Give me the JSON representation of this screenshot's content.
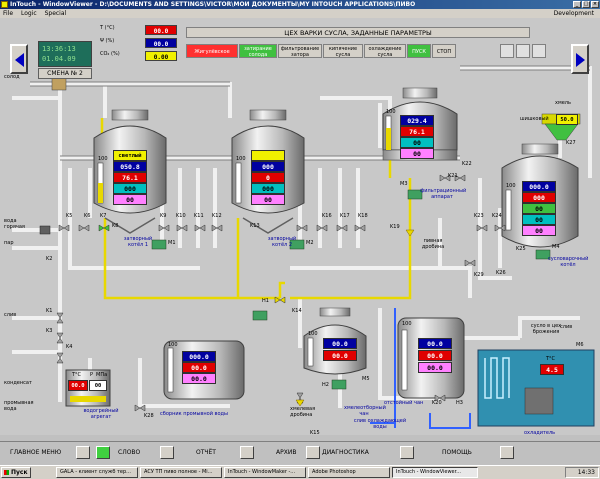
{
  "window": {
    "title": "InTouch - WindowViewer - D:\\DOCUMENTS AND SETTINGS\\VICTOR\\МОИ ДОКУМЕНТЫ\\MY INTOUCH APPLICATIONS\\ПИВО",
    "menu": [
      "File",
      "Logic",
      "Special"
    ],
    "right_menu": "Development"
  },
  "header": {
    "clock_time": "13:36:13",
    "clock_date": "01.04.09",
    "shift": "СМЕНА № 2",
    "sensors": [
      {
        "label": "T (°C)",
        "value": "00.0"
      },
      {
        "label": "Ψ (%)",
        "value": "00.0"
      },
      {
        "label": "CO₂ (%)",
        "value": "0.00"
      }
    ],
    "title": "ЦЕХ ВАРКИ СУСЛА, ЗАДАННЫЕ ПАРАМЕТРЫ",
    "modes": [
      {
        "label": "Жигулёвское",
        "style": "red"
      },
      {
        "label": "затирание солода",
        "style": "green"
      },
      {
        "label": "фильтрование затора",
        "style": "plain"
      },
      {
        "label": "кипячение сусла",
        "style": "plain"
      },
      {
        "label": "охлаждение сусла",
        "style": "plain"
      },
      {
        "label": "ПУСК",
        "style": "green"
      },
      {
        "label": "СТОП",
        "style": "plain"
      }
    ]
  },
  "tanks": {
    "kettle1": {
      "title": "затворный котёл 1",
      "mode": "светлый",
      "scale": "100",
      "v1": "050.8",
      "v2": "76.1",
      "v3": "000",
      "v4": "00"
    },
    "kettle2": {
      "title": "затворный котёл 2",
      "scale": "100",
      "v1": "000",
      "v2": "0",
      "v3": "000",
      "v4": "00"
    },
    "filter": {
      "title": "фильтрационный аппарат",
      "scale": "100",
      "v1": "029.4",
      "v2": "76.1",
      "v3": "00",
      "v4": "00"
    },
    "wortkettle": {
      "title": "сусловарочный котёл",
      "scale": "100",
      "v1": "000.0",
      "v2": "000",
      "v3": "00",
      "v4": "00",
      "v5": "00"
    },
    "washwater": {
      "title": "сборник промывной воды",
      "scale": "100",
      "v1": "000.0",
      "v2": "00.0",
      "v3": "00.0"
    },
    "whirlpool": {
      "title": "хмелеотборный чан",
      "scale": "100",
      "v1": "00.0",
      "v2": "00.0"
    },
    "settler": {
      "title": "отстойный чан",
      "scale": "100",
      "v1": "00.0",
      "v2": "00.0",
      "v3": "00.0"
    }
  },
  "labels": {
    "malt": "солод",
    "water_hot": "вода горячая",
    "steam": "пар",
    "drain": "слив",
    "condensate": "конденсат",
    "rinse_water": "промывная вода",
    "hops": "хмель",
    "hops_dose": "шишковый",
    "hops_dose_value": "50.0",
    "beer_grains": "пивная дробина",
    "hop_grains": "хмелевая дробина",
    "wort_to_ferment": "сусло в цех брожения",
    "drain_cold_water": "слив охлаждающей воды",
    "cooler": "охладитель",
    "boiler": "водогрейный агрегат",
    "boiler_cols": [
      "T°C",
      "P",
      "МПа"
    ],
    "boiler_t": "00.0",
    "boiler_p": "00",
    "cooler_t_label": "T°C",
    "cooler_t": "4.5"
  },
  "valves": [
    "K5",
    "K6",
    "K7",
    "K8",
    "K9",
    "K10",
    "K11",
    "K12",
    "K13",
    "K16",
    "K17",
    "K18",
    "K19",
    "K20",
    "K21",
    "K22",
    "K23",
    "K24",
    "K25",
    "K26",
    "K27",
    "K28",
    "K29",
    "K1",
    "K2",
    "K3",
    "K4",
    "K14",
    "K15",
    "H1",
    "H2",
    "H3",
    "M1",
    "M2",
    "M3",
    "M4",
    "M5",
    "M6"
  ],
  "bottom": {
    "buttons": [
      "ГЛАВНОЕ МЕНЮ",
      "СЛОВО",
      "ОТЧЁТ",
      "АРХИВ",
      "ДИАГНОСТИКА",
      "ПОМОЩЬ"
    ]
  },
  "taskbar": {
    "start": "Пуск",
    "tasks": [
      "GALA - клиент служб тер...",
      "АСУ ТП пиво полное - Mi...",
      "InTouch - WindowMaker -...",
      "Adobe Photoshop",
      "InTouch - WindowViewer..."
    ],
    "time": "14:33"
  }
}
